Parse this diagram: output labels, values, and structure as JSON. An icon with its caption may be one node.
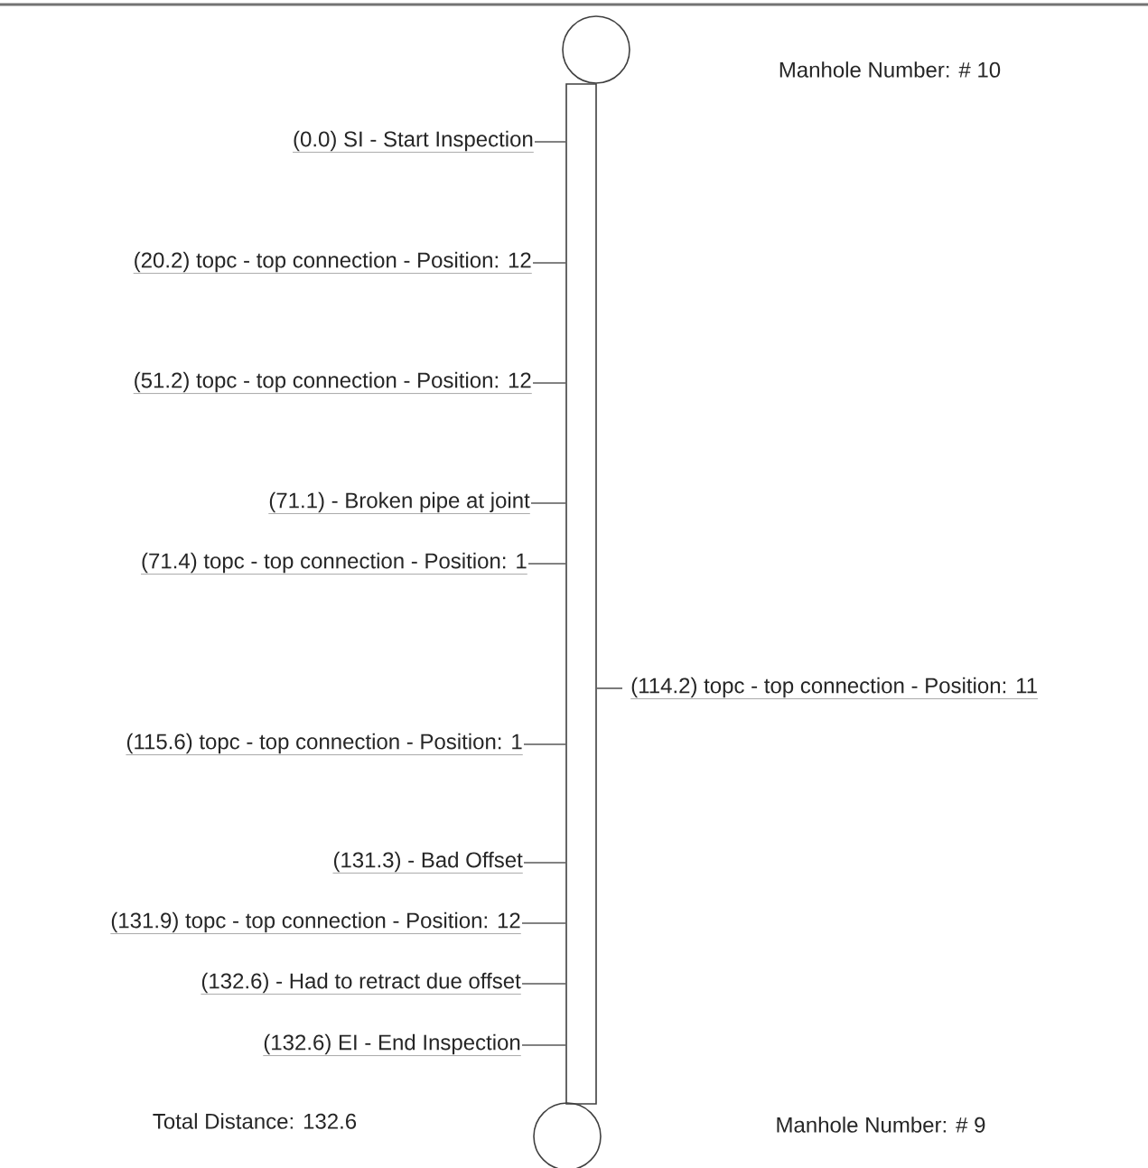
{
  "diagram": {
    "nodes": [
      {
        "text": [],
        "shape": "circle"
      },
      {
        "text": [],
        "shape": "bar"
      },
      {
        "text": [
          "(0.0) SI - Start Inspection"
        ]
      },
      {
        "text": [
          "(20.2) topc - top connection - Position: 12"
        ]
      },
      {
        "text": [
          "(51.2) topc - top connection - Position: 12"
        ]
      },
      {
        "text": [
          "(71.1) - Broken pipe at joint"
        ]
      },
      {
        "text": [
          "(71.4) topc - top connection - Position: 1"
        ]
      },
      {
        "text": [
          "(114.2) topc - top connection - Position: 11"
        ]
      },
      {
        "text": [
          "(115.6) topc - top connection - Position: 1"
        ]
      },
      {
        "text": [
          "(131.3) - Bad Offset"
        ]
      },
      {
        "text": [
          "(131.9) topc - top connection - Position: 12"
        ]
      },
      {
        "text": [
          "(132.6) - Had to retract due offset"
        ]
      },
      {
        "text": [
          "(132.6) EI - End Inspection"
        ]
      },
      {
        "text": [],
        "shape": "circle"
      }
    ],
    "edges": [
      {
        "from": 2,
        "to": 1,
        "arrow": "none"
      },
      {
        "from": 3,
        "to": 1,
        "arrow": "none"
      },
      {
        "from": 4,
        "to": 1,
        "arrow": "none"
      },
      {
        "from": 5,
        "to": 1,
        "arrow": "none"
      },
      {
        "from": 6,
        "to": 1,
        "arrow": "none"
      },
      {
        "from": 7,
        "to": 1,
        "arrow": "none"
      },
      {
        "from": 8,
        "to": 1,
        "arrow": "none"
      },
      {
        "from": 9,
        "to": 1,
        "arrow": "none"
      },
      {
        "from": 10,
        "to": 1,
        "arrow": "none"
      },
      {
        "from": 11,
        "to": 1,
        "arrow": "none"
      },
      {
        "from": 12,
        "to": 1,
        "arrow": "none"
      }
    ],
    "labels": [
      "Manhole Number: # 10",
      "Total Distance: 132.6",
      "Manhole Number: # 9"
    ]
  }
}
